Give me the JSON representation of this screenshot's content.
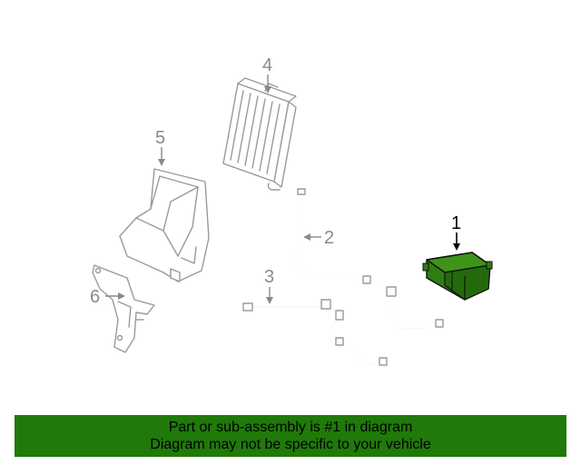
{
  "callouts": {
    "c1": "1",
    "c2": "2",
    "c3": "3",
    "c4": "4",
    "c5": "5",
    "c6": "6"
  },
  "banner": {
    "line1": "Part or sub-assembly is #1 in diagram",
    "line2": "Diagram may not be specific to your vehicle"
  },
  "colors": {
    "highlight_part": "#2e7d12",
    "banner_background": "#1f7a0a",
    "line_art": "#9a9a9a"
  }
}
